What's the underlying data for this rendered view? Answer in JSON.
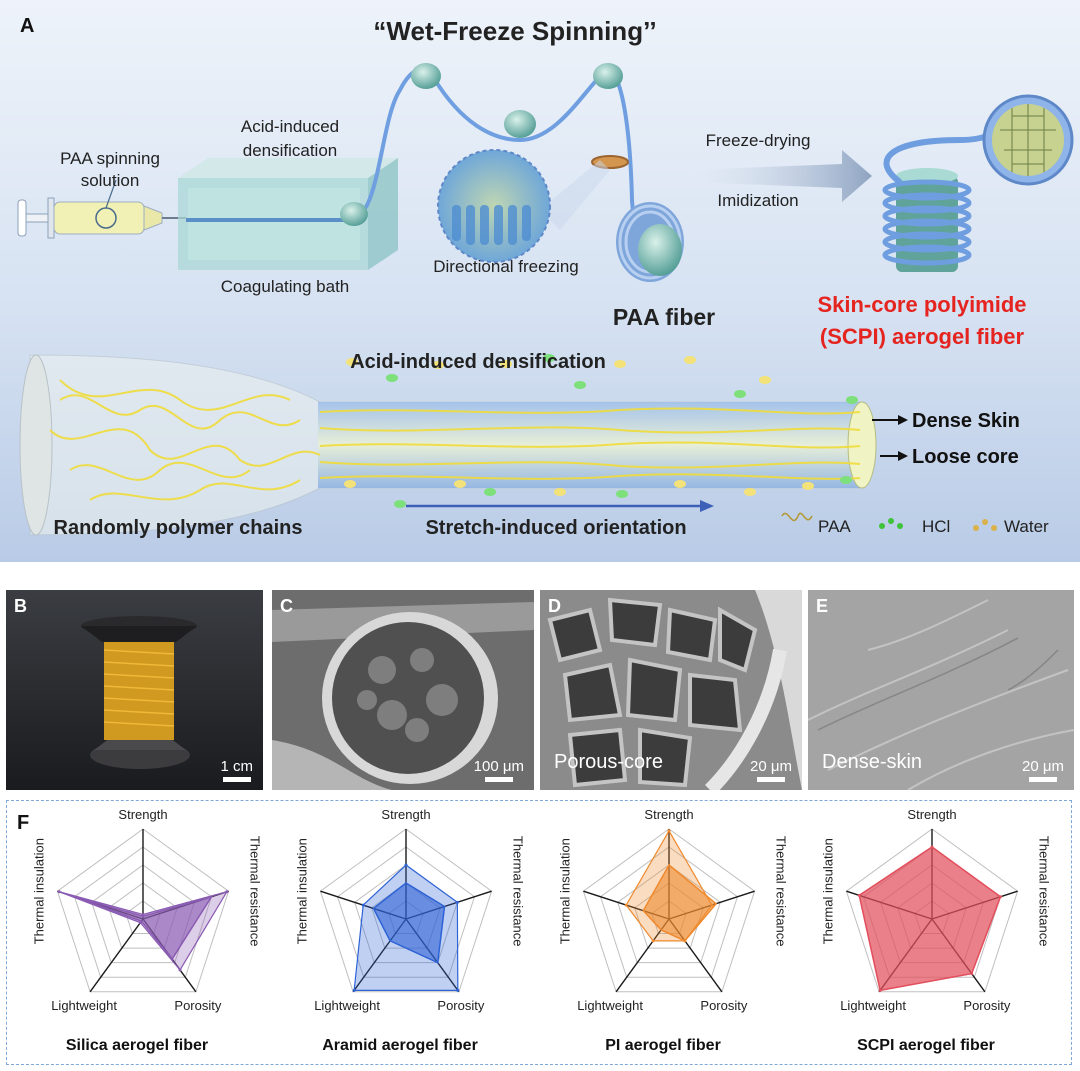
{
  "panel_a": {
    "letter": "A",
    "title": "“Wet-Freeze Spinning’’",
    "labels": {
      "paa_solution_1": "PAA spinning",
      "paa_solution_2": "solution",
      "acid_densification_1": "Acid-induced",
      "acid_densification_2": "densification",
      "coagulating_bath": "Coagulating bath",
      "directional_freezing": "Directional freezing",
      "paa_fiber": "PAA fiber",
      "freeze_drying": "Freeze-drying",
      "imidization": "Imidization",
      "scpi_1": "Skin-core polyimide",
      "scpi_2": "(SCPI) aerogel fiber",
      "acid_densification_full": "Acid-induced densification",
      "dense_skin": "Dense Skin",
      "loose_core": "Loose core",
      "random_chains": "Randomly polymer chains",
      "stretch_orientation": "Stretch-induced orientation"
    },
    "legend": {
      "paa": "PAA",
      "hcl": "HCl",
      "water": "Water"
    },
    "colors": {
      "highlight": "#e52420",
      "background_top": "#eef3fa",
      "background_bottom": "#b9cbe6"
    }
  },
  "panel_b": {
    "letter": "B",
    "scale": "1 cm"
  },
  "panel_c": {
    "letter": "C",
    "scale": "100 μm"
  },
  "panel_d": {
    "letter": "D",
    "scale": "20 μm",
    "caption": "Porous-core"
  },
  "panel_e": {
    "letter": "E",
    "scale": "20 μm",
    "caption": "Dense-skin"
  },
  "panel_f": {
    "letter": "F",
    "axes": [
      "Strength",
      "Thermal resistance",
      "Porosity",
      "Lightweight",
      "Thermal insulation"
    ],
    "charts": [
      {
        "name": "Silica aerogel fiber",
        "color": "#8a5bb3",
        "outer": [
          0.05,
          0.98,
          0.7,
          0.05,
          0.98
        ],
        "inner": [
          0.03,
          0.8,
          0.55,
          0.03,
          0.85
        ]
      },
      {
        "name": "Aramid aerogel fiber",
        "color": "#2e63d6",
        "outer": [
          0.6,
          0.6,
          0.98,
          0.98,
          0.5
        ],
        "inner": [
          0.4,
          0.45,
          0.6,
          0.3,
          0.38
        ]
      },
      {
        "name": "PI aerogel fiber",
        "color": "#ef8a2e",
        "outer": [
          0.98,
          0.5,
          0.3,
          0.3,
          0.5
        ],
        "inner": [
          0.6,
          0.55,
          0.3,
          0.15,
          0.3
        ]
      },
      {
        "name": "SCPI aerogel fiber",
        "color": "#e2505e",
        "outer": [
          0.8,
          0.8,
          0.75,
          0.98,
          0.85
        ],
        "inner": [
          0.8,
          0.8,
          0.75,
          0.98,
          0.85
        ]
      }
    ]
  }
}
